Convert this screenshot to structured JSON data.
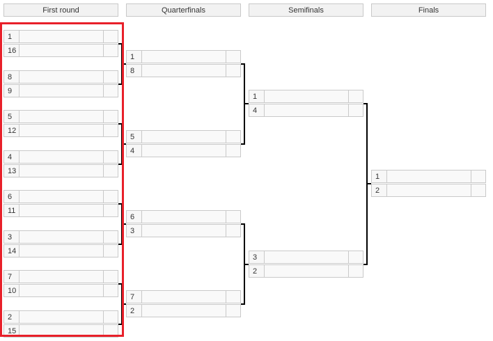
{
  "rounds": [
    {
      "label": "First round"
    },
    {
      "label": "Quarterfinals"
    },
    {
      "label": "Semifinals"
    },
    {
      "label": "Finals"
    }
  ],
  "matches": {
    "r1": [
      {
        "top": {
          "seed": "1",
          "name": "",
          "score": ""
        },
        "bottom": {
          "seed": "16",
          "name": "",
          "score": ""
        }
      },
      {
        "top": {
          "seed": "8",
          "name": "",
          "score": ""
        },
        "bottom": {
          "seed": "9",
          "name": "",
          "score": ""
        }
      },
      {
        "top": {
          "seed": "5",
          "name": "",
          "score": ""
        },
        "bottom": {
          "seed": "12",
          "name": "",
          "score": ""
        }
      },
      {
        "top": {
          "seed": "4",
          "name": "",
          "score": ""
        },
        "bottom": {
          "seed": "13",
          "name": "",
          "score": ""
        }
      },
      {
        "top": {
          "seed": "6",
          "name": "",
          "score": ""
        },
        "bottom": {
          "seed": "11",
          "name": "",
          "score": ""
        }
      },
      {
        "top": {
          "seed": "3",
          "name": "",
          "score": ""
        },
        "bottom": {
          "seed": "14",
          "name": "",
          "score": ""
        }
      },
      {
        "top": {
          "seed": "7",
          "name": "",
          "score": ""
        },
        "bottom": {
          "seed": "10",
          "name": "",
          "score": ""
        }
      },
      {
        "top": {
          "seed": "2",
          "name": "",
          "score": ""
        },
        "bottom": {
          "seed": "15",
          "name": "",
          "score": ""
        }
      }
    ],
    "qf": [
      {
        "top": {
          "seed": "1",
          "name": "",
          "score": ""
        },
        "bottom": {
          "seed": "8",
          "name": "",
          "score": ""
        }
      },
      {
        "top": {
          "seed": "5",
          "name": "",
          "score": ""
        },
        "bottom": {
          "seed": "4",
          "name": "",
          "score": ""
        }
      },
      {
        "top": {
          "seed": "6",
          "name": "",
          "score": ""
        },
        "bottom": {
          "seed": "3",
          "name": "",
          "score": ""
        }
      },
      {
        "top": {
          "seed": "7",
          "name": "",
          "score": ""
        },
        "bottom": {
          "seed": "2",
          "name": "",
          "score": ""
        }
      }
    ],
    "sf": [
      {
        "top": {
          "seed": "1",
          "name": "",
          "score": ""
        },
        "bottom": {
          "seed": "4",
          "name": "",
          "score": ""
        }
      },
      {
        "top": {
          "seed": "3",
          "name": "",
          "score": ""
        },
        "bottom": {
          "seed": "2",
          "name": "",
          "score": ""
        }
      }
    ],
    "final": [
      {
        "top": {
          "seed": "1",
          "name": "",
          "score": ""
        },
        "bottom": {
          "seed": "2",
          "name": "",
          "score": ""
        }
      }
    ]
  },
  "colors": {
    "highlight": "#e8202a",
    "connector": "#000000",
    "cell_border": "#c9c9c9",
    "header_bg": "#f2f2f2"
  }
}
